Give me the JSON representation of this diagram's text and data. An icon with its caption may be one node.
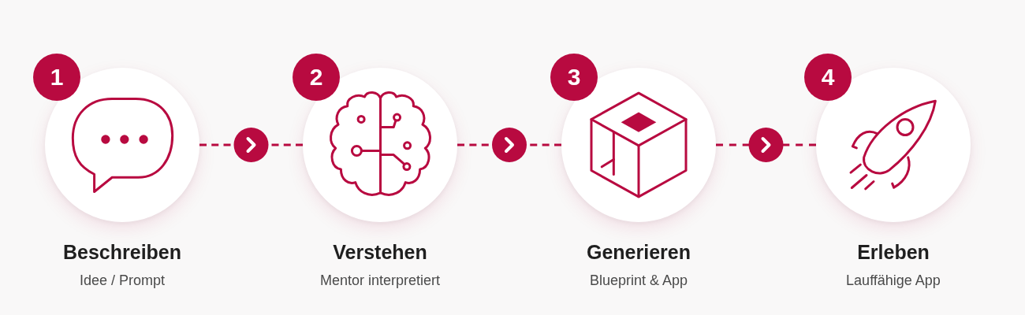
{
  "diagram": {
    "nodes": [
      {
        "text": [
          "1"
        ]
      },
      {
        "text": [
          "Beschreiben",
          "Idee / Prompt"
        ]
      },
      {
        "text": [
          "2"
        ]
      },
      {
        "text": [
          "Verstehen",
          "Mentor interpretiert"
        ]
      },
      {
        "text": [
          "3"
        ]
      },
      {
        "text": [
          "Generieren",
          "Blueprint & App"
        ]
      },
      {
        "text": [
          "4"
        ]
      },
      {
        "text": [
          "Erleben",
          "Lauffähige App"
        ]
      }
    ],
    "edges": [
      {
        "from": 1,
        "to": 3,
        "arrow": "to",
        "style": "dashed"
      },
      {
        "from": 3,
        "to": 5,
        "arrow": "to",
        "style": "dashed"
      },
      {
        "from": 5,
        "to": 7,
        "arrow": "to",
        "style": "dashed"
      }
    ]
  }
}
